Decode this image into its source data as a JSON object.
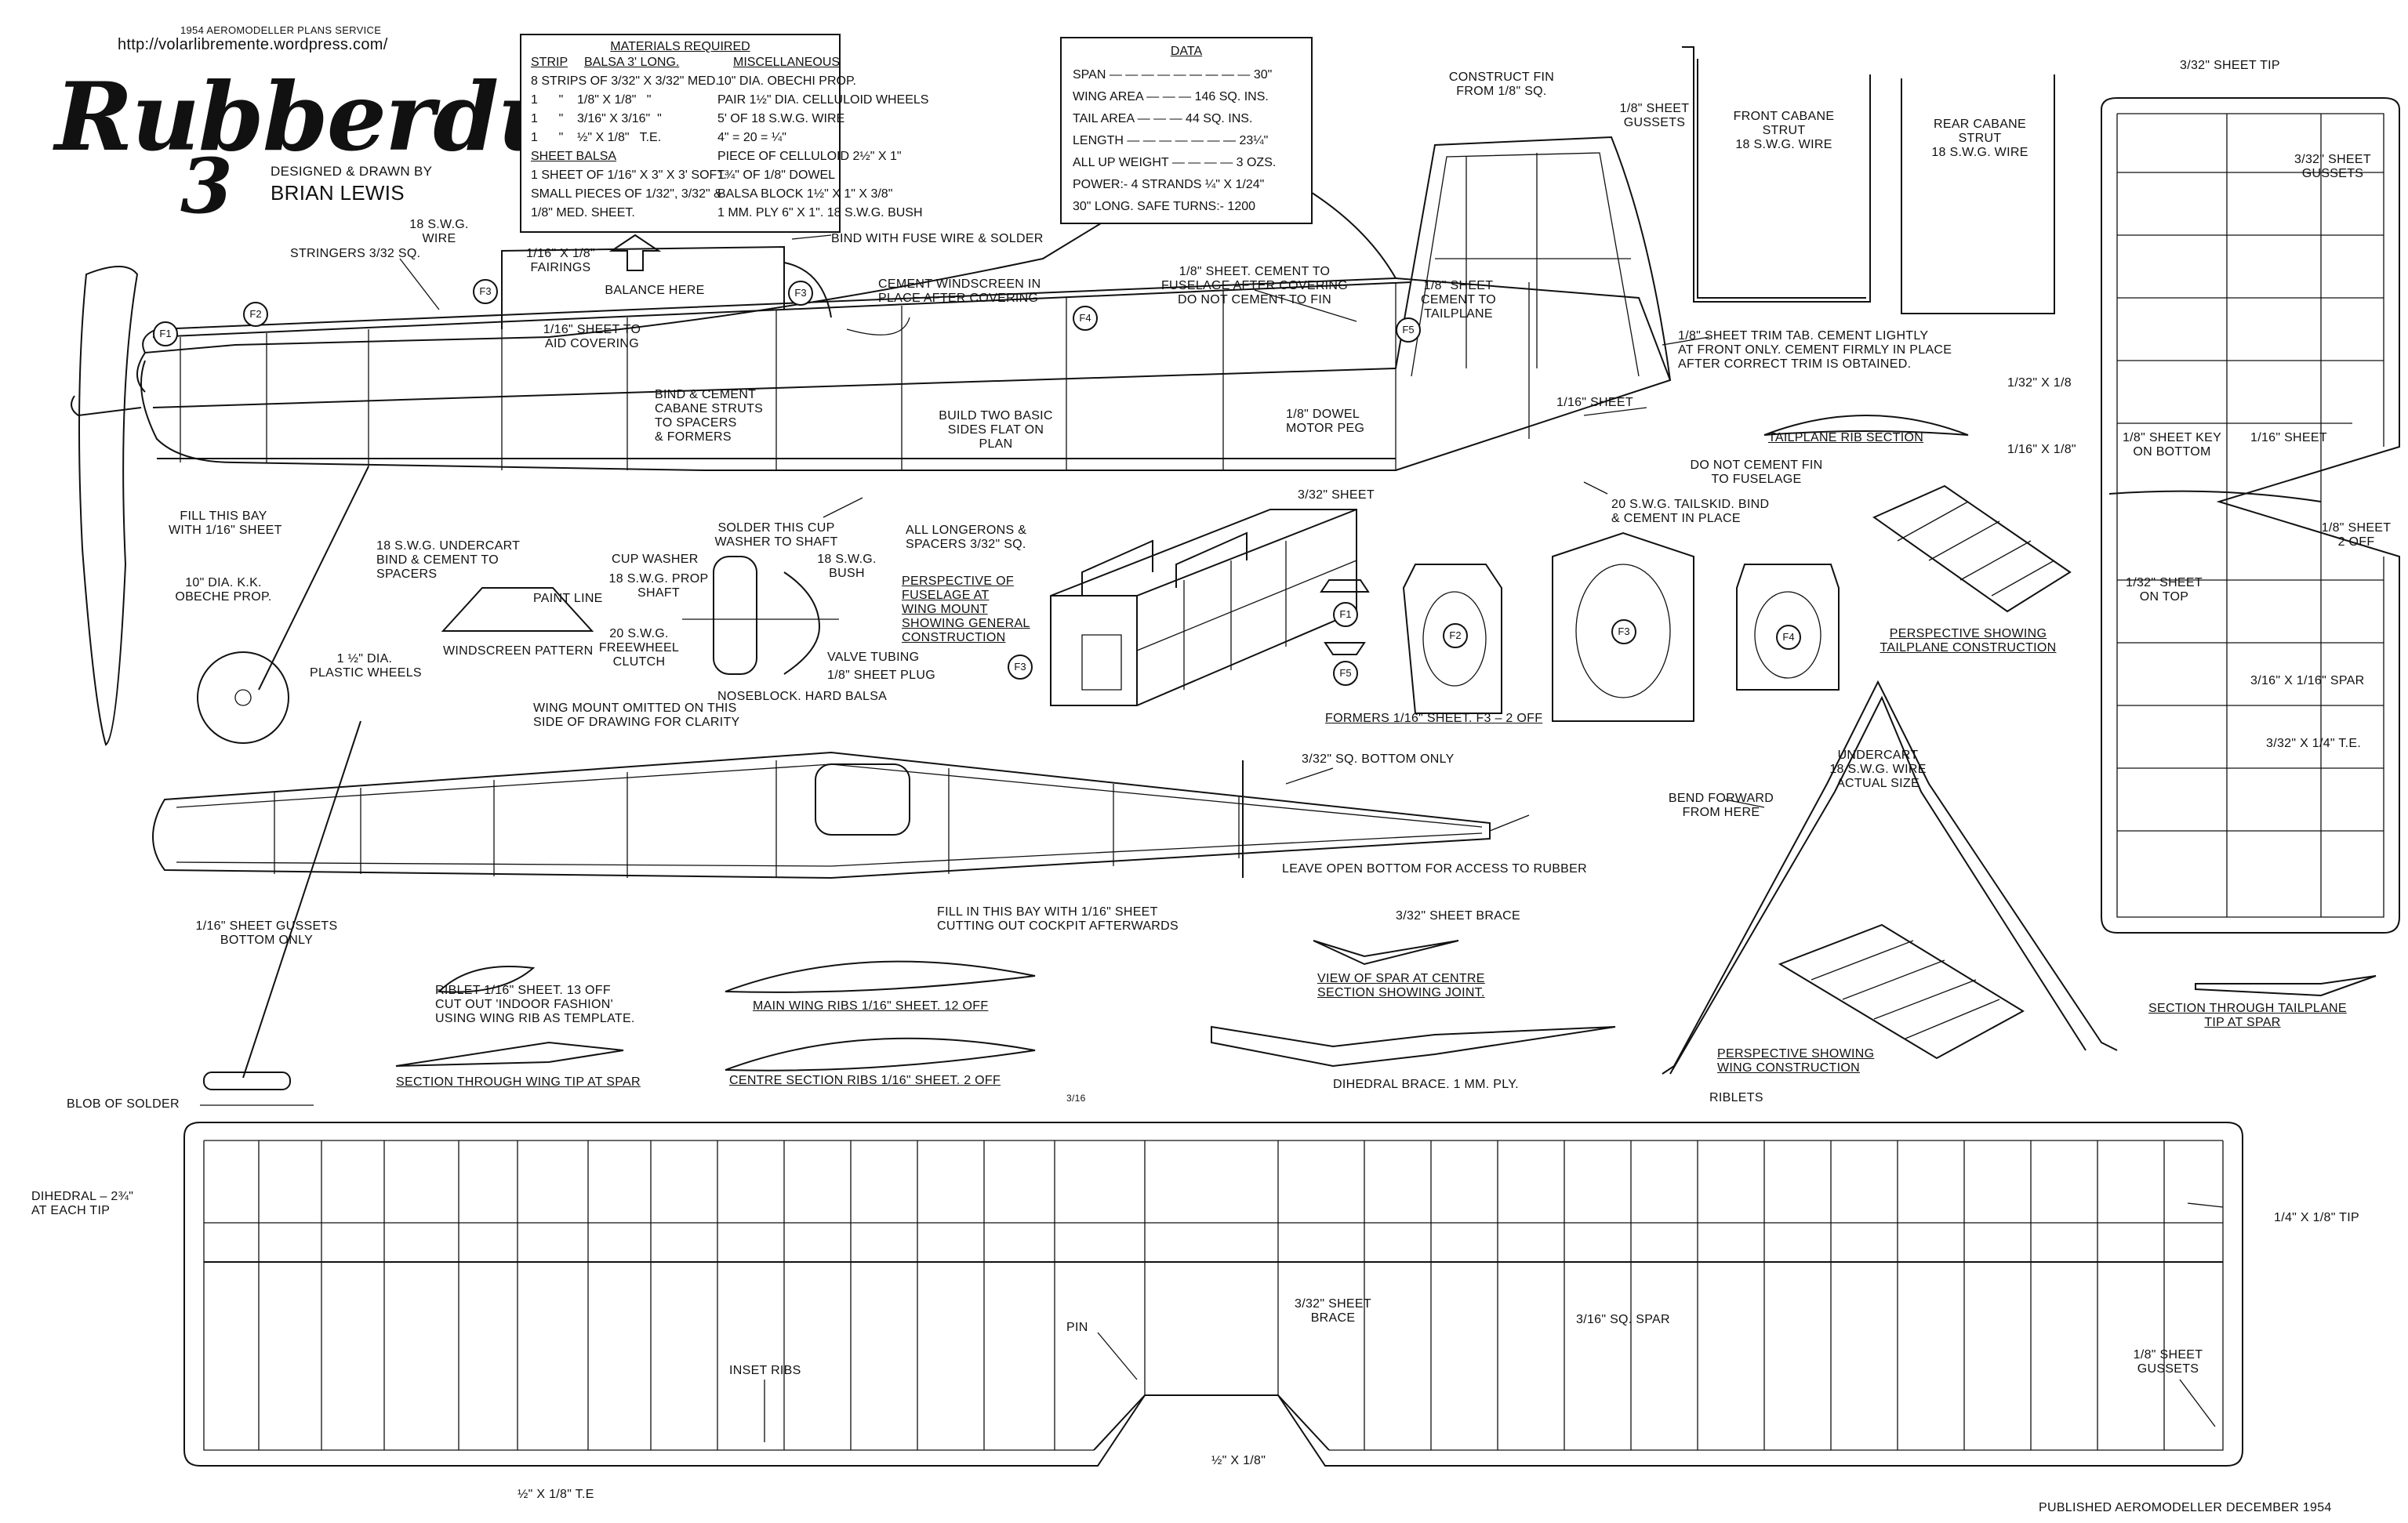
{
  "header": {
    "service": "1954 AEROMODELLER PLANS SERVICE",
    "url": "http://volarlibremente.wordpress.com/",
    "title": "Rubberdub",
    "title_numeral": "3",
    "designed_by": "DESIGNED & DRAWN BY",
    "designer": "BRIAN LEWIS"
  },
  "materials": {
    "heading": "MATERIALS REQUIRED",
    "col1_heading_strip": "STRIP",
    "col1_heading_balsa": "BALSA 3' LONG.",
    "col2_heading": "MISCELLANEOUS",
    "rows": [
      {
        "left": "8 STRIPS OF 3/32\" X 3/32\" MED.",
        "right": "10\" DIA. OBECHI PROP."
      },
      {
        "left": "1      \"    1/8\" X 1/8\"   \"",
        "right": "PAIR 1½\" DIA. CELLULOID WHEELS"
      },
      {
        "left": "1      \"    3/16\" X 3/16\"  \"",
        "right": "5' OF 18 S.W.G. WIRE"
      },
      {
        "left": "1      \"    ½\" X 1/8\"   T.E.",
        "right": "4\" = 20 = ¼\""
      },
      {
        "left": "SHEET BALSA",
        "right": "PIECE OF CELLULOID 2½\" X 1\""
      },
      {
        "left": "1 SHEET OF 1/16\" X 3\" X 3' SOFT.",
        "right": "1¾\" OF 1/8\" DOWEL"
      },
      {
        "left": "SMALL PIECES OF 1/32\", 3/32\" &",
        "right": "BALSA BLOCK 1½\" X 1\" X 3/8\""
      },
      {
        "left": "1/8\" MED. SHEET.",
        "right": "1 MM. PLY 6\" X 1\". 18 S.W.G. BUSH"
      }
    ]
  },
  "data_box": {
    "heading": "DATA",
    "rows": [
      "SPAN — — — — — — — — — 30\"",
      "WING AREA — — — 146 SQ. INS.",
      "TAIL AREA — — — 44 SQ. INS.",
      "LENGTH — — — — — — — 23¼\"",
      "ALL UP WEIGHT — — — — 3 OZS.",
      "POWER:- 4 STRANDS ¼\" X 1/24\"",
      "30\" LONG. SAFE TURNS:- 1200"
    ]
  },
  "cabane": {
    "front": "FRONT CABANE\nSTRUT\n18 S.W.G. WIRE",
    "rear": "REAR CABANE\nSTRUT\n18 S.W.G. WIRE"
  },
  "tailplane": {
    "tip_sheet": "3/32\" SHEET TIP",
    "gussets": "3/32\" SHEET\nGUSSETS",
    "key": "1/8\" SHEET KEY\nON BOTTOM",
    "sixteenth_sheet": "1/16\" SHEET",
    "eighth_sheet_off": "1/8\" SHEET\n2 OFF",
    "thirtysecond_top": "1/32\" SHEET\nON TOP",
    "spar": "3/16\" X 1/16\" SPAR",
    "te": "3/32\" X 1/4\" T.E.",
    "section_tip": "SECTION THROUGH TAILPLANE\nTIP AT SPAR",
    "rib_section": "TAILPLANE RIB SECTION",
    "rib_a": "1/32\" X 1/8",
    "rib_b": "1/16\" X 1/8\""
  },
  "fuselage_side": {
    "stringers": "STRINGERS 3/32 SQ.",
    "wire_18": "18 S.W.G.\nWIRE",
    "fairings": "1/16\" X 1/8\"\nFAIRINGS",
    "balance": "BALANCE HERE",
    "bind_fuse": "BIND WITH FUSE WIRE & SOLDER",
    "windscreen": "CEMENT WINDSCREEN IN\nPLACE AFTER COVERING",
    "sheet_aid": "1/16\" SHEET TO\nAID COVERING",
    "cabane_bind": "BIND & CEMENT\nCABANE STRUTS\nTO SPACERS\n& FORMERS",
    "build_sides": "BUILD TWO BASIC\nSIDES FLAT ON\nPLAN",
    "dowel": "1/8\" DOWEL\nMOTOR PEG",
    "sheet_cement": "1/8\" SHEET. CEMENT TO\nFUSELAGE AFTER COVERING\nDO NOT CEMENT TO FIN",
    "construct_fin": "CONSTRUCT FIN\nFROM 1/8\" SQ.",
    "fin_gussets": "1/8\" SHEET\nGUSSETS",
    "tailplane_cement": "1/8\" SHEET\nCEMENT TO\nTAILPLANE",
    "trim_tab": "1/8\" SHEET TRIM TAB. CEMENT LIGHTLY\nAT FRONT ONLY. CEMENT FIRMLY IN PLACE\nAFTER CORRECT TRIM IS OBTAINED.",
    "sixteenth_sheet": "1/16\" SHEET",
    "no_cement_fin": "DO NOT CEMENT FIN\nTO FUSELAGE",
    "tailskid": "20 S.W.G. TAILSKID. BIND\n& CEMENT IN PLACE",
    "sheet_332": "3/32\" SHEET",
    "longerons": "ALL LONGERONS &\nSPACERS 3/32\" SQ.",
    "fill_bay": "FILL THIS BAY\nWITH 1/16\" SHEET",
    "prop": "10\" DIA. K.K.\nOBECHE PROP.",
    "undercart": "18 S.W.G. UNDERCART\nBIND & CEMENT TO\nSPACERS",
    "wheels": "1 ½\" DIA.\nPLASTIC WHEELS",
    "paint": "PAINT LINE",
    "windscreen_pattern": "WINDSCREEN PATTERN",
    "f_labels": [
      "F1",
      "F2",
      "F3",
      "F3",
      "F4",
      "F5"
    ]
  },
  "nose": {
    "solder_cup": "SOLDER THIS CUP\nWASHER TO SHAFT",
    "cup_washer": "CUP WASHER",
    "prop_shaft": "18 S.W.G. PROP\nSHAFT",
    "freewheel": "20 S.W.G.\nFREEWHEEL\nCLUTCH",
    "bush": "18 S.W.G.\nBUSH",
    "valve": "VALVE TUBING",
    "plug": "1/8\" SHEET PLUG",
    "noseblock": "NOSEBLOCK. HARD BALSA"
  },
  "perspective_fuselage": "PERSPECTIVE OF\nFUSELAGE AT\nWING MOUNT\nSHOWING GENERAL\nCONSTRUCTION",
  "formers": {
    "caption": "FORMERS 1/16\" SHEET. F3 – 2 OFF",
    "labels": [
      "F1",
      "F5",
      "F2",
      "F3",
      "F4"
    ]
  },
  "fuselage_plan": {
    "wing_mount": "WING MOUNT OMITTED ON THIS\nSIDE OF DRAWING FOR CLARITY",
    "bottom_only": "3/32\" SQ. BOTTOM ONLY",
    "leave_open": "LEAVE OPEN BOTTOM FOR ACCESS TO RUBBER",
    "fill_bay": "FILL IN THIS BAY WITH 1/16\" SHEET\nCUTTING OUT COCKPIT AFTERWARDS",
    "gussets": "1/16\" SHEET GUSSETS\nBOTTOM ONLY"
  },
  "undercart_view": {
    "title": "UNDERCART\n18 S.W.G. WIRE\nACTUAL SIZE",
    "bend": "BEND FORWARD\nFROM HERE"
  },
  "perspective_tail": "PERSPECTIVE SHOWING\nTAILPLANE CONSTRUCTION",
  "ribs": {
    "riblet": "RIBLET 1/16\" SHEET. 13 OFF\nCUT OUT 'INDOOR FASHION'\nUSING WING RIB AS TEMPLATE.",
    "main": "MAIN WING RIBS 1/16\" SHEET. 12 OFF",
    "centre": "CENTRE SECTION RIBS 1/16\" SHEET. 2 OFF",
    "section_tip": "SECTION THROUGH WING TIP AT SPAR",
    "brace": "3/32\" SHEET BRACE",
    "view_spar": "VIEW OF SPAR AT CENTRE\nSECTION SHOWING JOINT.",
    "dihedral_brace": "DIHEDRAL BRACE. 1 MM. PLY.",
    "small": "3/16"
  },
  "perspective_wing": "PERSPECTIVE SHOWING\nWING CONSTRUCTION",
  "riblets": "RIBLETS",
  "blob": "BLOB OF SOLDER",
  "wing": {
    "dihedral": "DIHEDRAL – 2¾\"\nAT EACH TIP",
    "tip": "1/4\" X 1/8\" TIP",
    "brace": "3/32\" SHEET\nBRACE",
    "spar": "3/16\" SQ. SPAR",
    "pin": "PIN",
    "inset_ribs": "INSET RIBS",
    "gussets": "1/8\" SHEET\nGUSSETS",
    "te": "½\" X 1/8\" T.E",
    "le": "½\" X 1/8\""
  },
  "footer": "PUBLISHED AEROMODELLER DECEMBER 1954"
}
